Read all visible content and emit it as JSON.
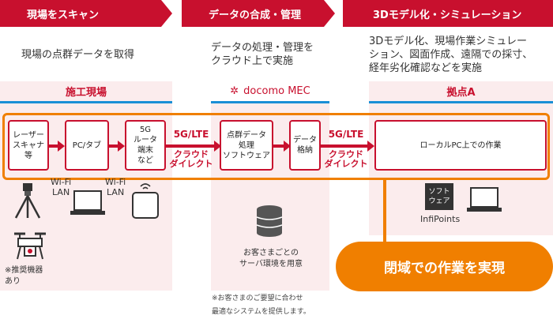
{
  "stages": [
    {
      "title": "現場をスキャン",
      "desc": "現場の点群データを取得"
    },
    {
      "title": "データの合成・管理",
      "desc": "データの処理・管理を\nクラウド上で実施"
    },
    {
      "title": "3Dモデル化・シミュレーション",
      "desc": "3Dモデル化、現場作業シミュレー\nション、図面作成、遠隔での採寸、\n経年劣化確認などを実施"
    }
  ],
  "columns": {
    "site": "施工現場",
    "mec_logo": "docomo MEC",
    "base": "拠点A"
  },
  "boxes": {
    "scanner": "レーザー\nスキャナ\n等",
    "pc_tablet": "PC/タブ",
    "router": "5G\nルータ\n端末\nなど",
    "pointcloud_sw": "点群データ\n処理\nソフトウェア",
    "storage": "データ\n格納",
    "local_pc": "ローカルPC上での作業"
  },
  "connectors": [
    {
      "top": "5G/LTE",
      "bottom": "クラウド\nダイレクト"
    },
    {
      "top": "5G/LTE",
      "bottom": "クラウド\nダイレクト"
    }
  ],
  "wifi_labels": [
    "Wi-Fi\nLAN",
    "Wi-Fi\nLAN"
  ],
  "site_note": "※推奨機器\nあり",
  "mec_server_note": "お客さまごとの\nサーバ環境を用意",
  "software_badge": "ソフト\nウェア",
  "software_name": "InfiPoints",
  "closed_work": "閉域での作業を実現",
  "footnote": "※お客さまのご要望に合わせ\n最適なシステムを提供します。",
  "colors": {
    "brand_red": "#c8102e",
    "orange": "#f07f00",
    "pink_bg": "#fbeced",
    "blue_rule": "#1a8fd6"
  }
}
